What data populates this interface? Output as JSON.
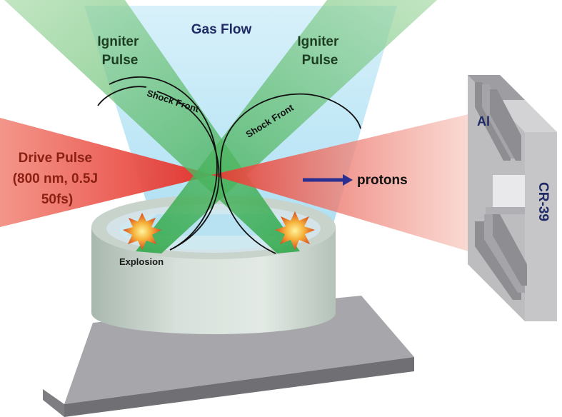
{
  "labels": {
    "gas_flow": "Gas Flow",
    "igniter_left": [
      "Igniter",
      "Pulse"
    ],
    "igniter_right": [
      "Igniter",
      "Pulse"
    ],
    "shock_front_left": "Shock Front",
    "shock_front_right": "Shock Front",
    "drive_pulse": [
      "Drive Pulse",
      "(800 nm, 0.5J",
      "50fs)"
    ],
    "explosion": "Explosion",
    "protons": "protons",
    "al": "Al",
    "cr39": "CR-39"
  },
  "colors": {
    "gas_flow": "#bfe6f5",
    "igniter": "#3fae4a",
    "drive": "#e8322b",
    "nozzle": "#c9d4cc",
    "base": "#8e8e92",
    "arrow": "#2b2f8f",
    "detector": "#c9c9cc"
  }
}
